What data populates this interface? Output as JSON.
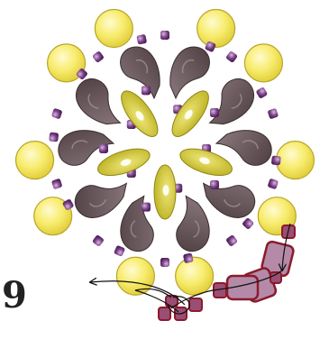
{
  "diagram": {
    "step_number": "9",
    "ring_bead_count": 10,
    "leaf_bead_count": 10,
    "inner_drop_count": 5,
    "colors": {
      "yellow_round": "#f7ec6d",
      "yellow_outline": "#b9a52a",
      "drop_gray": "#6c5a5e",
      "drop_outline": "#3a2d30",
      "inner_yellow": "#d6cc2e",
      "seed_purple": "#7a3f87",
      "seed_highlight": "#c8a3d0",
      "thread_red": "#8b1a2b",
      "bead_lavender": "#b58aa8",
      "thread": "#111111"
    }
  }
}
